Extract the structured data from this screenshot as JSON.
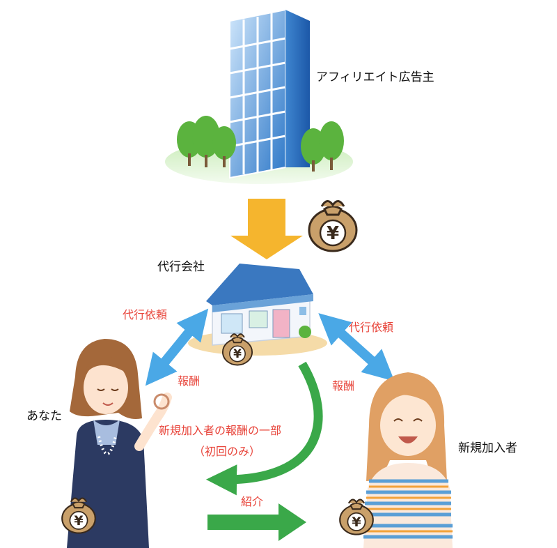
{
  "labels": {
    "advertiser": "アフィリエイト広告主",
    "agency": "代行会社",
    "request_left": "代行依頼",
    "request_right": "代行依頼",
    "reward_left": "報酬",
    "reward_right": "報酬",
    "you": "あなた",
    "new_member": "新規加入者",
    "share_line1": "新規加入者の報酬の一部",
    "share_line2": "（初回のみ）",
    "introduce": "紹介"
  },
  "icons": {
    "money_bag_symbol": "¥"
  },
  "colors": {
    "yellow_arrow": "#f5b52e",
    "blue_arrow": "#4aa8e6",
    "green_arrow": "#3aa849",
    "red_text": "#e8443a",
    "money_bag": "#c9a06a"
  }
}
